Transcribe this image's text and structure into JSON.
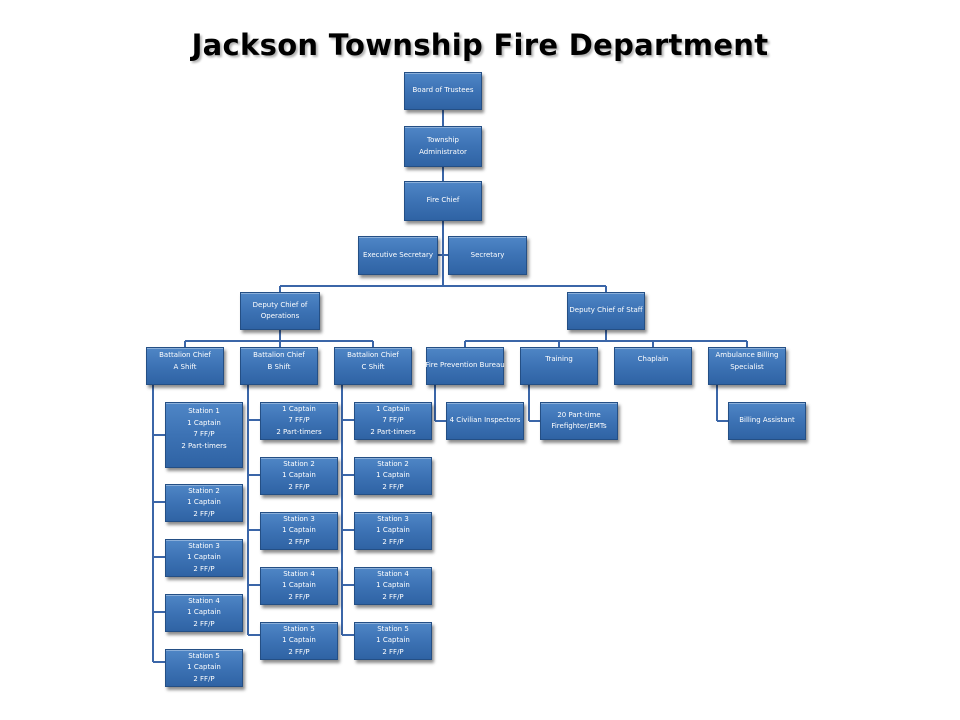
{
  "title": "Jackson Township Fire Department",
  "colors": {
    "box": "#3d73b5",
    "box_border": "#244f85",
    "connector": "#3b66a8",
    "text": "#ffffff"
  },
  "top": {
    "board": "Board of Trustees",
    "admin": [
      "Township",
      "Administrator"
    ],
    "chief": "Fire Chief",
    "exec_secretary": "Executive Secretary",
    "secretary": "Secretary"
  },
  "operations": {
    "deputy": [
      "Deputy Chief of",
      "Operations"
    ],
    "battalions": [
      {
        "title": [
          "Battalion Chief",
          "A Shift"
        ],
        "stations": [
          [
            "Station 1",
            "1 Captain",
            "7 FF/P",
            "2 Part-timers"
          ],
          [
            "Station 2",
            "1 Captain",
            "2 FF/P"
          ],
          [
            "Station 3",
            "1 Captain",
            "2 FF/P"
          ],
          [
            "Station 4",
            "1 Captain",
            "2 FF/P"
          ],
          [
            "Station 5",
            "1 Captain",
            "2 FF/P"
          ]
        ]
      },
      {
        "title": [
          "Battalion Chief",
          "B Shift"
        ],
        "stations": [
          [
            "1 Captain",
            "7 FF/P",
            "2 Part-timers"
          ],
          [
            "Station 2",
            "1 Captain",
            "2 FF/P"
          ],
          [
            "Station 3",
            "1 Captain",
            "2 FF/P"
          ],
          [
            "Station 4",
            "1 Captain",
            "2 FF/P"
          ],
          [
            "Station 5",
            "1 Captain",
            "2 FF/P"
          ]
        ]
      },
      {
        "title": [
          "Battalion Chief",
          "C Shift"
        ],
        "stations": [
          [
            "1 Captain",
            "7 FF/P",
            "2 Part-timers"
          ],
          [
            "Station 2",
            "1 Captain",
            "2 FF/P"
          ],
          [
            "Station 3",
            "1 Captain",
            "2 FF/P"
          ],
          [
            "Station 4",
            "1 Captain",
            "2 FF/P"
          ],
          [
            "Station 5",
            "1 Captain",
            "2 FF/P"
          ]
        ]
      }
    ]
  },
  "staff": {
    "deputy": "Deputy Chief of Staff",
    "units": [
      {
        "title": "Fire Prevention Bureau",
        "child": [
          "4 Civilian Inspectors"
        ]
      },
      {
        "title": "Training",
        "child": [
          "20 Part-time",
          "Firefighter/EMTs"
        ]
      },
      {
        "title": "Chaplain"
      },
      {
        "title": "Ambulance Billing Specialist",
        "child": [
          "Billing Assistant"
        ]
      }
    ]
  }
}
